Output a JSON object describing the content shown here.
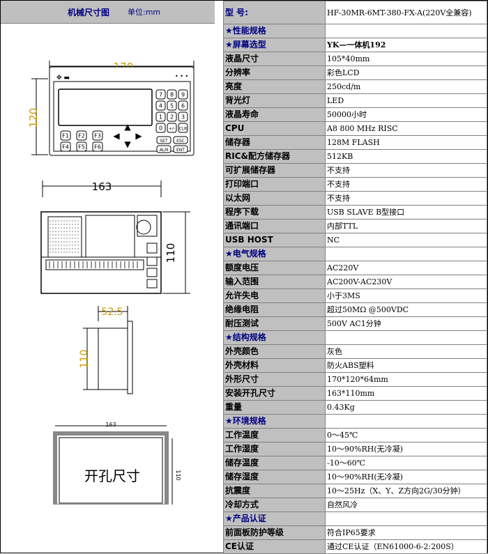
{
  "left": {
    "title": "机械尺寸图",
    "unit": "单位:mm",
    "front_width": "170",
    "front_height": "120",
    "side_width": "163",
    "side_height": "110",
    "depth_width": "52.5",
    "depth_height": "110",
    "cut_width": "163",
    "cut_height": "110",
    "cut_label": "开孔尺寸",
    "keys": [
      "7",
      "8",
      "9",
      "4",
      "5",
      "6",
      "1",
      "2",
      "3",
      "0",
      "+/-",
      "CLR",
      "F1",
      "F2",
      "F3",
      "F4",
      "F5",
      "F6",
      "SET",
      "ESC",
      "ALM",
      "ENT"
    ]
  },
  "spec": {
    "header": {
      "key": "型    号:",
      "value": "HF-30MR-6MT-380-FX-A(220V全兼容)"
    },
    "rows": [
      {
        "k": "★性能规格",
        "v": "",
        "type": "section"
      },
      {
        "k": "★屏幕选型",
        "v": "YK—一体机192",
        "type": "section",
        "style": "pinkbold"
      },
      {
        "k": "液晶尺寸",
        "v": "105*40mm"
      },
      {
        "k": "分辨率",
        "v": "彩色LCD",
        "style": "pink"
      },
      {
        "k": "亮度",
        "v": "250cd/m"
      },
      {
        "k": "背光灯",
        "v": "LED"
      },
      {
        "k": "液晶寿命",
        "v": "50000小时"
      },
      {
        "k": "CPU",
        "v": "A8 800 MHz RISC"
      },
      {
        "k": "储存器",
        "v": "128M FLASH"
      },
      {
        "k": "RIC&配方储存器",
        "v": "512KB"
      },
      {
        "k": "可扩展储存器",
        "v": "不支持"
      },
      {
        "k": "打印端口",
        "v": "不支持"
      },
      {
        "k": "以太网",
        "v": "不支持"
      },
      {
        "k": "程序下载",
        "v": "USB SLAVE B型接口"
      },
      {
        "k": "通讯端口",
        "v": "内部TTL"
      },
      {
        "k": "USB HOST",
        "v": "NC"
      },
      {
        "k": "★电气规格",
        "v": "",
        "type": "section"
      },
      {
        "k": "额度电压",
        "v": "AC220V"
      },
      {
        "k": "输入范围",
        "v": "AC200V-AC230V"
      },
      {
        "k": "允许失电",
        "v": "小于3MS"
      },
      {
        "k": "绝缘电阻",
        "v": "超过50MΩ @500VDC"
      },
      {
        "k": "耐压测试",
        "v": "500V AC1分钟"
      },
      {
        "k": "★结构规格",
        "v": "",
        "type": "section"
      },
      {
        "k": "外壳颜色",
        "v": "灰色"
      },
      {
        "k": "外壳材料",
        "v": "防火ABS塑料"
      },
      {
        "k": "外形尺寸",
        "v": "170*120*64mm",
        "style": "orange"
      },
      {
        "k": "安装开孔尺寸",
        "v": "163*110mm",
        "style": "orange"
      },
      {
        "k": "重量",
        "v": "0.43Kg"
      },
      {
        "k": "★环境规格",
        "v": "",
        "type": "section"
      },
      {
        "k": "工作温度",
        "v": "0～45℃"
      },
      {
        "k": "工作湿度",
        "v": "10～90%RH(无冷凝)"
      },
      {
        "k": "储存温度",
        "v": "-10～60℃"
      },
      {
        "k": "储存湿度",
        "v": "10～90%RH(无冷凝)"
      },
      {
        "k": "抗震度",
        "v": "10～25Hz（X、Y、Z方向2G/30分钟）"
      },
      {
        "k": "冷却方式",
        "v": "自然风冷"
      },
      {
        "k": "★产品认证",
        "v": "",
        "type": "section"
      },
      {
        "k": "前面板防护等级",
        "v": "符合IP65要求"
      },
      {
        "k": "CE认证",
        "v": "通过CE认证（EN61000-6-2:200S）"
      }
    ]
  }
}
